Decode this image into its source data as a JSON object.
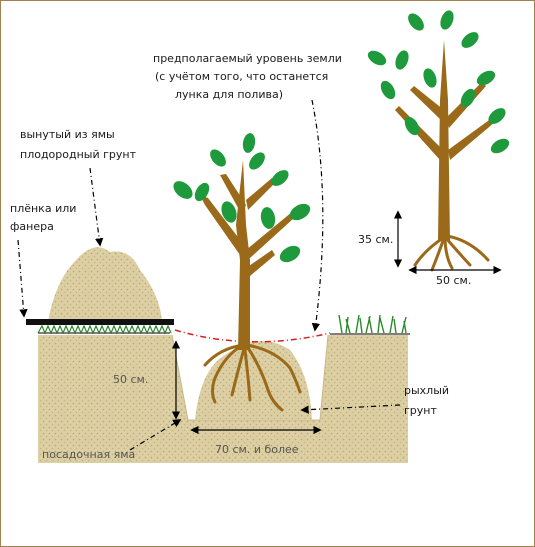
{
  "labels": {
    "ground_level_line1": "предполагаемый уровень земли",
    "ground_level_line2": "(с учётом того, что останется",
    "ground_level_line3": "лунка для полива)",
    "soil_line1": "вынутый из ямы",
    "soil_line2": "плодородный грунт",
    "film_line1": "плёнка или",
    "film_line2": "фанера",
    "depth": "50 см.",
    "width": "70 см. и более",
    "pit": "посадочная яма",
    "loose_line1": "рыхлый",
    "loose_line2": "грунт",
    "root_depth": "35 см.",
    "root_width": "50 см."
  },
  "colors": {
    "border": "#a08050",
    "soil": "#dccfa3",
    "soil_dot": "#b8a46e",
    "trunk": "#9a6a1a",
    "leaf": "#1e9a3c",
    "grass": "#2a8a2a",
    "board": "#111111",
    "level_line": "#d42020"
  }
}
